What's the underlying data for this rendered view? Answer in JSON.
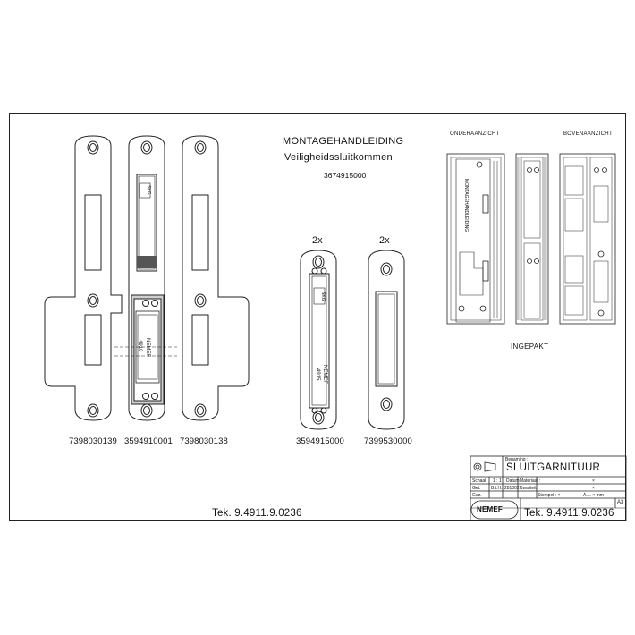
{
  "title": {
    "line1": "MONTAGEHANDLEIDING",
    "line2": "Veiligheidssluitkommen",
    "line3": "3674915000"
  },
  "parts": [
    {
      "number": "7398030139"
    },
    {
      "number": "3594910001"
    },
    {
      "number": "7398030138"
    },
    {
      "number": "3594915000",
      "quantity": "2x"
    },
    {
      "number": "7399530000",
      "quantity": "2x"
    }
  ],
  "plate_markings": {
    "skg": "SKG",
    "brand": "NEMEF",
    "code_4910": "4910",
    "code_4915": "4915"
  },
  "views": {
    "bottom_view": "ONDERAANZICHT",
    "top_view": "BOVENAANZICHT",
    "packed": "INGEPAKT",
    "packed_text": "MONTAGEHANDLEIDING"
  },
  "drawing_number": "Tek. 9.4911.9.0236",
  "title_block": {
    "benaming_label": "Benaming :",
    "name": "SLUITGARNITUUR",
    "rows": [
      [
        "Schaal",
        "1 : 1",
        "Datum",
        "Materiaal :",
        "×"
      ],
      [
        "Get.",
        "B.t.H.",
        "281002",
        "Kwaliteit :",
        "×"
      ],
      [
        "Gez.",
        "",
        "",
        "Stempel : ×",
        "A.L. ×   mm"
      ]
    ],
    "sheet": "A3",
    "logo": "NEMEF",
    "drawing_number": "Tek. 9.4911.9.0236"
  }
}
